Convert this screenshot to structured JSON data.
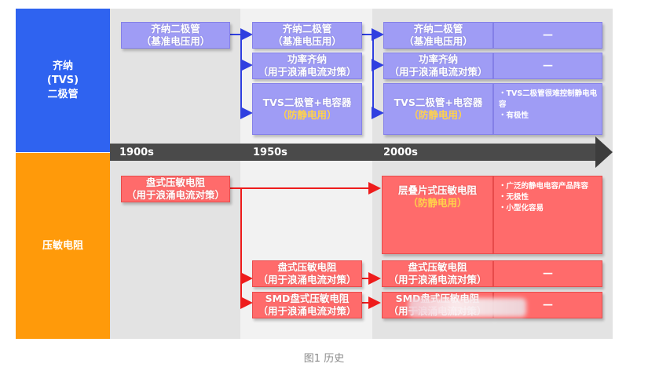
{
  "rows": {
    "tvs_label": "齐纳\n(TVS)\n二极管",
    "varistor_label": "压敏电阻"
  },
  "timeline": {
    "years": [
      "1900s",
      "1950s",
      "2000s"
    ]
  },
  "boxes": {
    "b1900_zener": {
      "l1": "齐纳二极管",
      "l2": "（基准电压用）"
    },
    "b1950_zener": {
      "l1": "齐纳二极管",
      "l2": "（基准电压用）"
    },
    "b1950_power": {
      "l1": "功率齐纳",
      "l2": "（用于浪涌电流对策）"
    },
    "b1950_tvs": {
      "l1": "TVS二极管+电容器",
      "l2": "（防静电用）"
    },
    "b2000_zener": {
      "l1": "齐纳二极管",
      "l2": "（基准电压用）"
    },
    "b2000_power": {
      "l1": "功率齐纳",
      "l2": "（用于浪涌电流对策）"
    },
    "b2000_tvs": {
      "l1": "TVS二极管+电容器",
      "l2": "（防静电用）"
    },
    "v1900_disc": {
      "l1": "盘式压敏电阻",
      "l2": "（用于浪涌电流对策）"
    },
    "v1950_disc": {
      "l1": "盘式压敏电阻",
      "l2": "（用于浪涌电流对策）"
    },
    "v1950_smd": {
      "l1": "SMD盘式压敏电阻",
      "l2": "（用于浪涌电流对策）"
    },
    "v2000_mlv": {
      "l1": "层叠片式压敏电阻",
      "l2": "（防静电用）"
    },
    "v2000_disc": {
      "l1": "盘式压敏电阻",
      "l2": "（用于浪涌电流对策）"
    },
    "v2000_smd": {
      "l1": "SMD盘式压敏电阻",
      "l2": "（用于浪涌电流对策）"
    }
  },
  "notes": {
    "dash": "—",
    "tvs": [
      "・TVS二极管很难控制静电电容",
      "・有极性"
    ],
    "mlv": [
      "・广泛的静电电容产品阵容",
      "・无极性",
      "・小型化容易"
    ]
  },
  "colors": {
    "tvs_header": "#2f63f0",
    "varistor_header": "#ff9a0a",
    "blue_box": "#9f9cf5",
    "red_box": "#ff6b6b",
    "highlight": "#ffd24a",
    "axis": "#4a4a4a"
  },
  "caption": "图1 历史"
}
